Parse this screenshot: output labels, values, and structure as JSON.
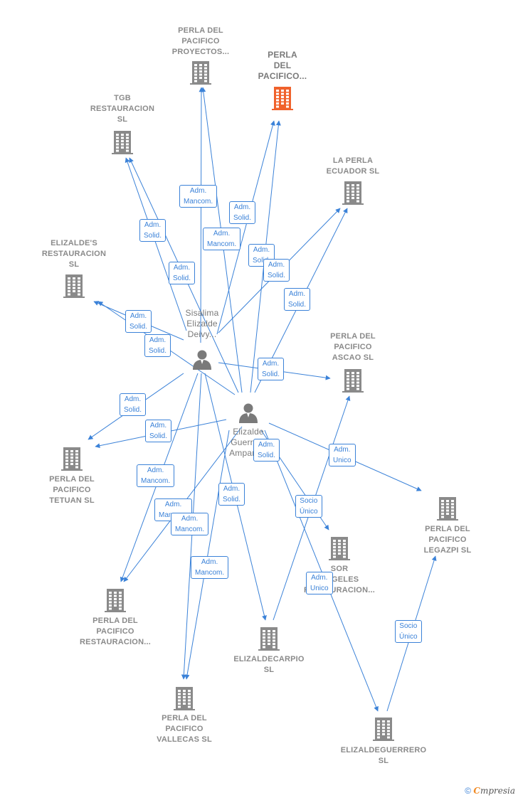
{
  "colors": {
    "edge": "#3b82d8",
    "building": "#8a8a8a",
    "building_main": "#f0622c",
    "person": "#7a7a7a"
  },
  "nodes": [
    {
      "id": "perla_proyectos",
      "kind": "company",
      "label": "PERLA DEL\nPACIFICO\nPROYECTOS..."
    },
    {
      "id": "perla_main",
      "kind": "company-main",
      "label": "PERLA\nDEL\nPACIFICO..."
    },
    {
      "id": "tgb",
      "kind": "company",
      "label": "TGB\nRESTAURACION\nSL"
    },
    {
      "id": "perla_ecuador",
      "kind": "company",
      "label": "LA PERLA\nECUADOR  SL"
    },
    {
      "id": "elizaldes",
      "kind": "company",
      "label": "ELIZALDE'S\nRESTAURACION\nSL"
    },
    {
      "id": "sisalima",
      "kind": "person",
      "label": "Sisalima\nElizalde\nDeivy..."
    },
    {
      "id": "perla_ascao",
      "kind": "company",
      "label": "PERLA DEL\nPACIFICO\nASCAO  SL"
    },
    {
      "id": "elizalde_guerrero",
      "kind": "person",
      "label": "Elizalde\nGuerrero\nAmparo..."
    },
    {
      "id": "perla_tetuan",
      "kind": "company",
      "label": "PERLA DEL\nPACIFICO\nTETUAN  SL"
    },
    {
      "id": "perla_legazpi",
      "kind": "company",
      "label": "PERLA DEL\nPACIFICO\nLEGAZPI  SL"
    },
    {
      "id": "sor_angeles",
      "kind": "company",
      "label": "SOR\nANGELES\nRESTAURACION..."
    },
    {
      "id": "perla_restauracion",
      "kind": "company",
      "label": "PERLA DEL\nPACIFICO\nRESTAURACION..."
    },
    {
      "id": "elizaldecarpio",
      "kind": "company",
      "label": "ELIZALDECARPIO\nSL"
    },
    {
      "id": "perla_vallecas",
      "kind": "company",
      "label": "PERLA DEL\nPACIFICO\nVALLECAS  SL"
    },
    {
      "id": "elizaldeguerrero_sl",
      "kind": "company",
      "label": "ELIZALDEGUERRERO\nSL"
    }
  ],
  "edges": [
    {
      "from": "sisalima",
      "to": "perla_proyectos",
      "label": "Adm.\nMancom."
    },
    {
      "from": "elizalde_guerrero",
      "to": "perla_proyectos",
      "label": "Adm.\nMancom."
    },
    {
      "from": "sisalima",
      "to": "perla_main",
      "label": "Adm.\nSolid."
    },
    {
      "from": "elizalde_guerrero",
      "to": "perla_main",
      "label": "Adm.\nSolid."
    },
    {
      "from": "sisalima",
      "to": "tgb",
      "label": "Adm.\nSolid."
    },
    {
      "from": "elizalde_guerrero",
      "to": "tgb",
      "label": "Adm.\nSolid."
    },
    {
      "from": "sisalima",
      "to": "perla_ecuador",
      "label": "Adm.\nSolid."
    },
    {
      "from": "elizalde_guerrero",
      "to": "perla_ecuador",
      "label": "Adm.\nSolid."
    },
    {
      "from": "sisalima",
      "to": "elizaldes",
      "label": "Adm.\nSolid."
    },
    {
      "from": "elizalde_guerrero",
      "to": "elizaldes",
      "label": "Adm.\nSolid."
    },
    {
      "from": "sisalima",
      "to": "perla_ascao",
      "label": "Adm.\nSolid."
    },
    {
      "from": "sisalima",
      "to": "perla_tetuan",
      "label": "Adm.\nSolid."
    },
    {
      "from": "elizalde_guerrero",
      "to": "perla_tetuan",
      "label": "Adm.\nSolid."
    },
    {
      "from": "sisalima",
      "to": "perla_restauracion",
      "label": "Adm.\nMancom."
    },
    {
      "from": "elizalde_guerrero",
      "to": "perla_restauracion",
      "label": "Adm.\nMancom."
    },
    {
      "from": "sisalima",
      "to": "perla_vallecas",
      "label": "Adm.\nMancom."
    },
    {
      "from": "elizalde_guerrero",
      "to": "perla_vallecas",
      "label": "Adm.\nMancom."
    },
    {
      "from": "sisalima",
      "to": "elizaldecarpio",
      "label": "Adm.\nSolid."
    },
    {
      "from": "elizalde_guerrero",
      "to": "sor_angeles",
      "label": "Adm.\nSolid."
    },
    {
      "from": "elizalde_guerrero",
      "to": "perla_legazpi",
      "label": "Adm.\nUnico"
    },
    {
      "from": "elizalde_guerrero",
      "to": "elizaldeguerrero_sl",
      "label": "Adm.\nUnico"
    },
    {
      "from": "elizaldecarpio",
      "to": "perla_ascao",
      "label": "Socio\nÚnico"
    },
    {
      "from": "elizaldeguerrero_sl",
      "to": "perla_legazpi",
      "label": "Socio\nÚnico"
    }
  ],
  "footer": {
    "copyright": "©",
    "brand_first": "C",
    "brand_rest": "mpresia"
  }
}
